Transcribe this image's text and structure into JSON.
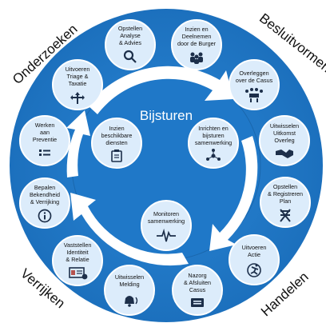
{
  "colors": {
    "ring": "#1f78c8",
    "ring_dark": "#1a67ad",
    "node_fill": "#dcecfb",
    "node_stroke": "#ffffff",
    "icon": "#1d2f4a",
    "swirl": "#ffffff"
  },
  "phases": {
    "onderzoeken": "Onderzoeken",
    "besluitvormen": "Besluitvormen",
    "handelen": "Handelen",
    "verrijken": "Verrijken"
  },
  "center_title": "Bijsturen",
  "outer_nodes": [
    {
      "id": "opstellen-analyse",
      "lines": [
        "Opstellen",
        "Analyse",
        "& Advies"
      ],
      "icon": "search-icon"
    },
    {
      "id": "inzien-deelnemen",
      "lines": [
        "Inzien en",
        "Deelnemen",
        "door de Burger"
      ],
      "icon": "people-icon"
    },
    {
      "id": "overleggen-casus",
      "lines": [
        "Overleggen",
        "over de Casus"
      ],
      "icon": "meeting-icon"
    },
    {
      "id": "uitwisselen-overleg",
      "lines": [
        "Uitwisselen",
        "Uitkomst",
        "Overleg"
      ],
      "icon": "handshake-icon"
    },
    {
      "id": "opstellen-plan",
      "lines": [
        "Opstellen",
        "& Registreren",
        "Plan"
      ],
      "icon": "director-chair-icon"
    },
    {
      "id": "uitvoeren-actie",
      "lines": [
        "Uitvoeren",
        "Actie"
      ],
      "icon": "runner-icon"
    },
    {
      "id": "nazorg-afsluiten",
      "lines": [
        "Nazorg",
        "& Afsluiten",
        "Casus"
      ],
      "icon": "folder-icon"
    },
    {
      "id": "uitwisselen-melding",
      "lines": [
        "Uitwisselen",
        "Melding"
      ],
      "icon": "bell-icon"
    },
    {
      "id": "vaststellen-identiteit",
      "lines": [
        "Vaststellen",
        "Identiteit",
        "& Relatie"
      ],
      "icon": "id-card-icon"
    },
    {
      "id": "bepalen-bekendheid",
      "lines": [
        "Bepalen",
        "Bekendheid",
        "& Verrijking"
      ],
      "icon": "info-icon"
    },
    {
      "id": "werken-preventie",
      "lines": [
        "Werken",
        "aan",
        "Preventie"
      ],
      "icon": "checklist-icon"
    },
    {
      "id": "uitvoeren-triage",
      "lines": [
        "Uitvoeren",
        "Triage &",
        "Taxatie"
      ],
      "icon": "signpost-icon"
    }
  ],
  "inner_nodes": [
    {
      "id": "inzien-diensten",
      "lines": [
        "Inzien",
        "beschikbare",
        "diensten"
      ],
      "icon": "clipboard-icon"
    },
    {
      "id": "inrichten-samenwerking",
      "lines": [
        "Inrichten en",
        "bijsturen",
        "samenwerking"
      ],
      "icon": "network-icon"
    },
    {
      "id": "monitoren-samenwerking",
      "lines": [
        "Monitoren",
        "samenwerking"
      ],
      "icon": "heartbeat-icon"
    }
  ]
}
